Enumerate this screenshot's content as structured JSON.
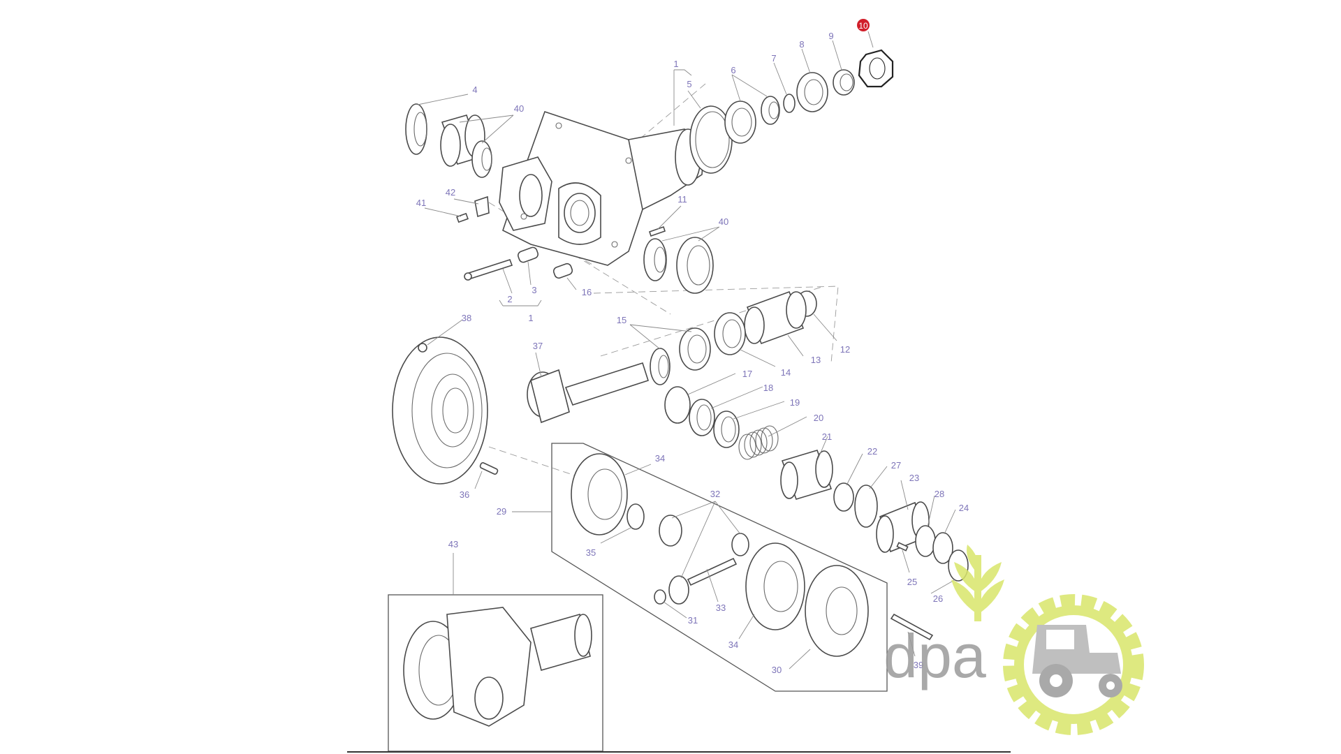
{
  "diagram": {
    "highlight_color": "#d11f2a",
    "callout_color": "#7d74b8",
    "line_color": "#4a4a4a",
    "callouts": [
      {
        "label": "10",
        "highlight": true
      },
      {
        "label": "9"
      },
      {
        "label": "8"
      },
      {
        "label": "7"
      },
      {
        "label": "6"
      },
      {
        "label": "5"
      },
      {
        "label": "1"
      },
      {
        "label": "4"
      },
      {
        "label": "40"
      },
      {
        "label": "42"
      },
      {
        "label": "41"
      },
      {
        "label": "11"
      },
      {
        "label": "40"
      },
      {
        "label": "2"
      },
      {
        "label": "3"
      },
      {
        "label": "16"
      },
      {
        "label": "1"
      },
      {
        "label": "38"
      },
      {
        "label": "37"
      },
      {
        "label": "15"
      },
      {
        "label": "12"
      },
      {
        "label": "13"
      },
      {
        "label": "14"
      },
      {
        "label": "17"
      },
      {
        "label": "18"
      },
      {
        "label": "19"
      },
      {
        "label": "20"
      },
      {
        "label": "21"
      },
      {
        "label": "22"
      },
      {
        "label": "27"
      },
      {
        "label": "23"
      },
      {
        "label": "28"
      },
      {
        "label": "24"
      },
      {
        "label": "25"
      },
      {
        "label": "26"
      },
      {
        "label": "34"
      },
      {
        "label": "32"
      },
      {
        "label": "29"
      },
      {
        "label": "36"
      },
      {
        "label": "35"
      },
      {
        "label": "33"
      },
      {
        "label": "31"
      },
      {
        "label": "34"
      },
      {
        "label": "30"
      },
      {
        "label": "39"
      },
      {
        "label": "43"
      }
    ]
  },
  "watermark": {
    "text": "dpa",
    "gray": "#9b9b9b",
    "green": "#d9e66b",
    "icons": [
      "wheat-icon",
      "tractor-icon",
      "gear-icon"
    ]
  }
}
